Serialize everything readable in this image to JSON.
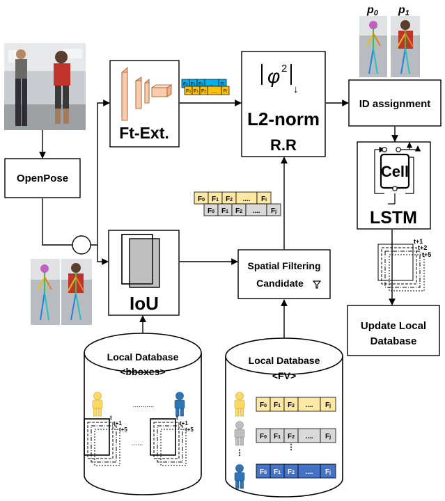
{
  "nodes": {
    "openpose": "OpenPose",
    "ft_ext": "Ft-Ext.",
    "iou": "IoU",
    "l2norm_title": "L2-norm",
    "l2norm_rr": "R.R",
    "id_assignment": "ID assignment",
    "lstm": "LSTM",
    "cell": "Cell",
    "spatial_line1": "Spatial Filtering",
    "spatial_line2": "Candidate",
    "update_line1": "Update Local",
    "update_line2": "Database"
  },
  "databases": {
    "bboxes_line1": "Local Database",
    "bboxes_line2": "<bboxes>",
    "fv_line1": "Local Database",
    "fv_line2": "<FV>"
  },
  "persons": {
    "p0": "p",
    "p0_sub": "0",
    "p1": "p",
    "p1_sub": "1"
  },
  "time_labels": {
    "t": "t",
    "t1": "t+1",
    "t2": "t+2",
    "t5": "t+5"
  },
  "features": {
    "f0": "F",
    "s0": "0",
    "f1": "F",
    "s1": "1",
    "f2": "F",
    "s2": "2",
    "dots": "....",
    "fi": "F",
    "si": "i",
    "fj": "F",
    "sj": "j"
  },
  "dots_horizontal": "...........",
  "dots_short": "......",
  "colors": {
    "yellow": "#fde9a4",
    "gray": "#d9d9d9",
    "blue": "#4472c4",
    "orange": "#f4b183",
    "cyan": "#00b0f0",
    "gold": "#ffc000",
    "person_yellow": "#ffd966",
    "person_blue": "#2e75b6",
    "person_gray": "#bfbfbf"
  }
}
